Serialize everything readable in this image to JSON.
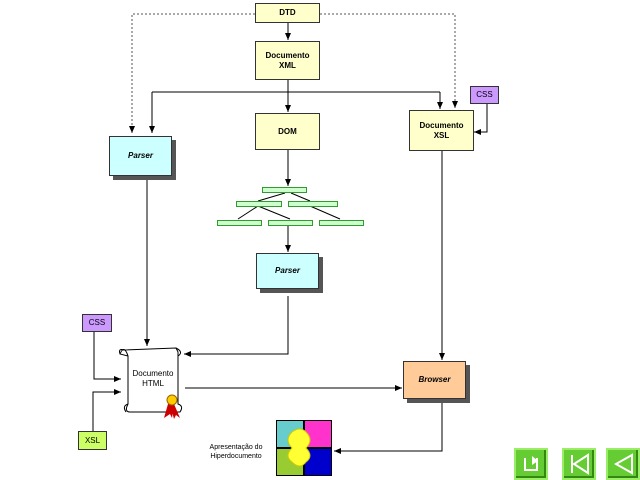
{
  "boxes": {
    "dtd": "DTD",
    "doc_xml_line1": "Documento",
    "doc_xml_line2": "XML",
    "dom": "DOM",
    "doc_xsl_line1": "Documento",
    "doc_xsl_line2": "XSL",
    "css_top": "CSS",
    "parser_left": "Parser",
    "parser_middle": "Parser",
    "css_left": "CSS",
    "xsl_left": "XSL",
    "doc_html_line1": "Documento",
    "doc_html_line2": "HTML",
    "browser": "Browser"
  },
  "presentation": {
    "line1": "Apresentação do",
    "line2": "Hiperdocumento"
  },
  "nav": [
    "return-icon",
    "first-slide-icon",
    "previous-slide-icon"
  ],
  "colors": {
    "yellow_box": "#ffffcc",
    "cyan_box": "#ccffff",
    "purple_box": "#cc99ff",
    "green_box": "#ccff66",
    "orange_box": "#ffcc99",
    "tree_node": "#ccffcc",
    "nav_button": "#66cc33"
  }
}
